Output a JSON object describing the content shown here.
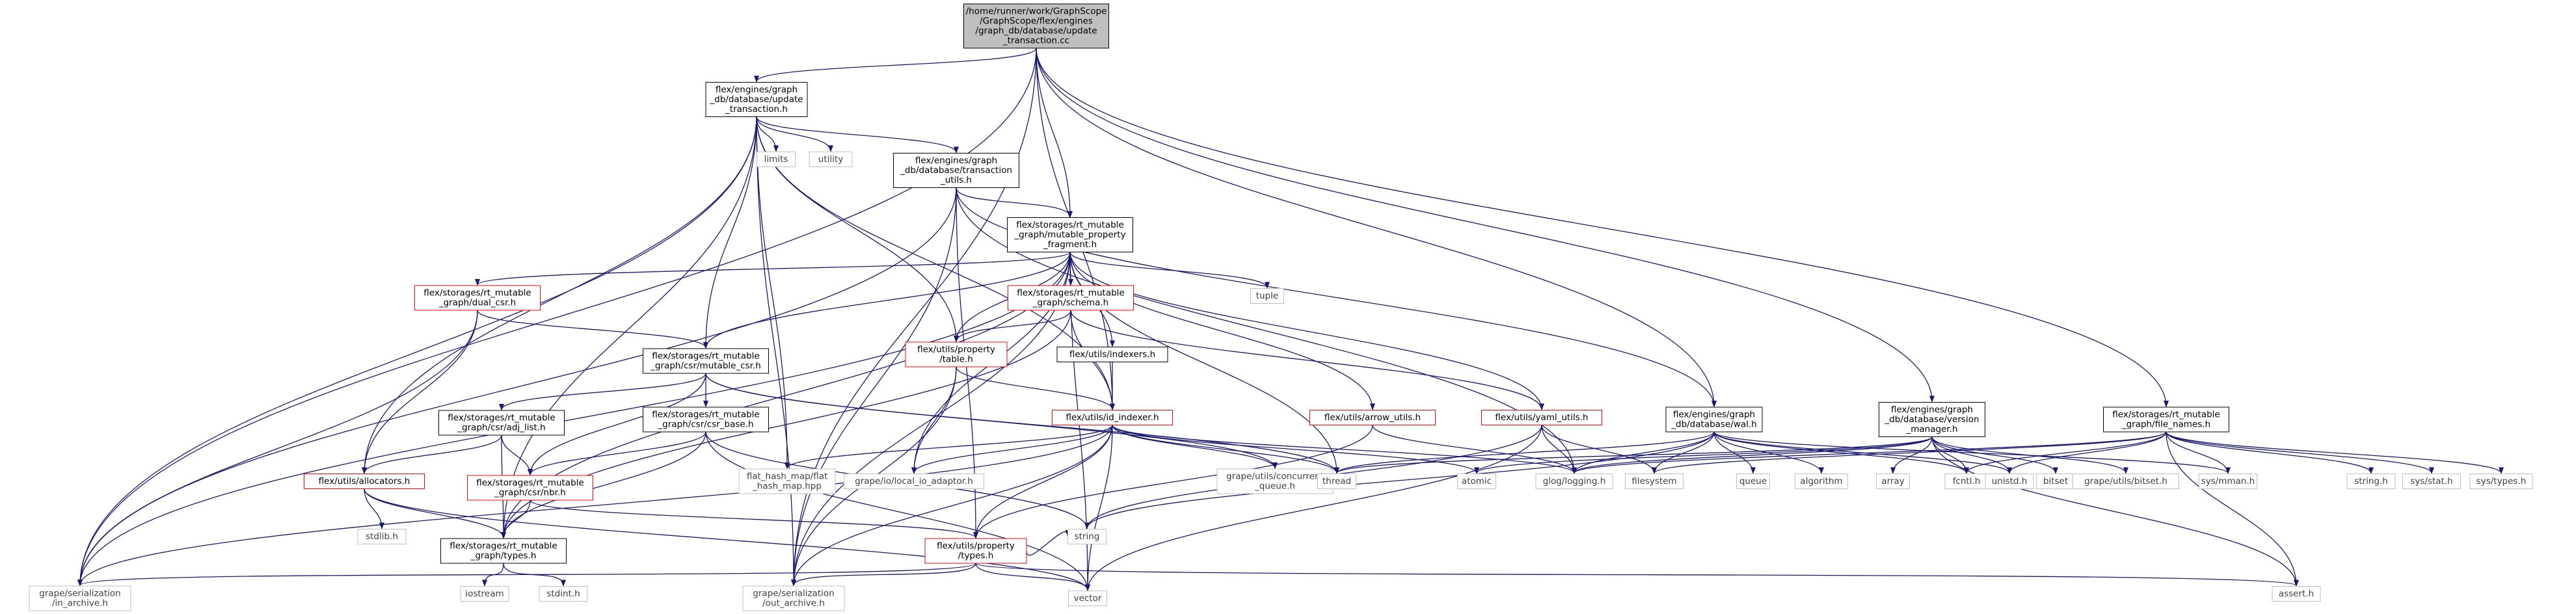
{
  "graph": {
    "colors": {
      "edge": "#191970",
      "node_border_normal": "#000000",
      "node_border_truncated": "#ff0000",
      "node_border_system": "#bfbfbf",
      "node_fill": "#ffffff",
      "root_fill": "#bfbfbf",
      "text_normal": "#000000",
      "text_system": "#404040"
    },
    "nodes": [
      {
        "id": "root",
        "kind": "root",
        "lines": [
          "/home/runner/work/GraphScope",
          "/GraphScope/flex/engines",
          "/graph_db/database/update",
          "_transaction.cc"
        ]
      },
      {
        "id": "update_txn_h",
        "kind": "normal",
        "lines": [
          "flex/engines/graph",
          "_db/database/update",
          "_transaction.h"
        ]
      },
      {
        "id": "limits",
        "kind": "system",
        "lines": [
          "limits"
        ]
      },
      {
        "id": "utility",
        "kind": "system",
        "lines": [
          "utility"
        ]
      },
      {
        "id": "txn_utils",
        "kind": "normal",
        "lines": [
          "flex/engines/graph",
          "_db/database/transaction",
          "_utils.h"
        ]
      },
      {
        "id": "mpf",
        "kind": "normal",
        "lines": [
          "flex/storages/rt_mutable",
          "_graph/mutable_property",
          "_fragment.h"
        ]
      },
      {
        "id": "tuple",
        "kind": "system",
        "lines": [
          "tuple"
        ]
      },
      {
        "id": "dual_csr",
        "kind": "truncated",
        "lines": [
          "flex/storages/rt_mutable",
          "_graph/dual_csr.h"
        ]
      },
      {
        "id": "schema",
        "kind": "truncated",
        "lines": [
          "flex/storages/rt_mutable",
          "_graph/schema.h"
        ]
      },
      {
        "id": "mutable_csr",
        "kind": "normal",
        "lines": [
          "flex/storages/rt_mutable",
          "_graph/csr/mutable_csr.h"
        ]
      },
      {
        "id": "prop_table",
        "kind": "truncated",
        "lines": [
          "flex/utils/property",
          "/table.h"
        ]
      },
      {
        "id": "indexers",
        "kind": "normal",
        "lines": [
          "flex/utils/indexers.h"
        ]
      },
      {
        "id": "adj_list",
        "kind": "normal",
        "lines": [
          "flex/storages/rt_mutable",
          "_graph/csr/adj_list.h"
        ]
      },
      {
        "id": "csr_base",
        "kind": "normal",
        "lines": [
          "flex/storages/rt_mutable",
          "_graph/csr/csr_base.h"
        ]
      },
      {
        "id": "id_indexer",
        "kind": "truncated",
        "lines": [
          "flex/utils/id_indexer.h"
        ]
      },
      {
        "id": "arrow_utils",
        "kind": "truncated",
        "lines": [
          "flex/utils/arrow_utils.h"
        ]
      },
      {
        "id": "yaml_utils",
        "kind": "truncated",
        "lines": [
          "flex/utils/yaml_utils.h"
        ]
      },
      {
        "id": "wal",
        "kind": "normal",
        "lines": [
          "flex/engines/graph",
          "_db/database/wal.h"
        ]
      },
      {
        "id": "version_mgr",
        "kind": "normal",
        "lines": [
          "flex/engines/graph",
          "_db/database/version",
          "_manager.h"
        ]
      },
      {
        "id": "file_names",
        "kind": "normal",
        "lines": [
          "flex/storages/rt_mutable",
          "_graph/file_names.h"
        ]
      },
      {
        "id": "allocators",
        "kind": "truncated",
        "lines": [
          "flex/utils/allocators.h"
        ]
      },
      {
        "id": "nbr",
        "kind": "truncated",
        "lines": [
          "flex/storages/rt_mutable",
          "_graph/csr/nbr.h"
        ]
      },
      {
        "id": "flat_hash_map",
        "kind": "system",
        "lines": [
          "flat_hash_map/flat",
          "_hash_map.hpp"
        ]
      },
      {
        "id": "local_io",
        "kind": "system",
        "lines": [
          "grape/io/local_io_adaptor.h"
        ]
      },
      {
        "id": "concurrent_queue",
        "kind": "system",
        "lines": [
          "grape/utils/concurrent",
          "_queue.h"
        ]
      },
      {
        "id": "thread",
        "kind": "system",
        "lines": [
          "thread"
        ]
      },
      {
        "id": "atomic",
        "kind": "system",
        "lines": [
          "atomic"
        ]
      },
      {
        "id": "glog",
        "kind": "system",
        "lines": [
          "glog/logging.h"
        ]
      },
      {
        "id": "filesystem",
        "kind": "system",
        "lines": [
          "filesystem"
        ]
      },
      {
        "id": "queue",
        "kind": "system",
        "lines": [
          "queue"
        ]
      },
      {
        "id": "algorithm",
        "kind": "system",
        "lines": [
          "algorithm"
        ]
      },
      {
        "id": "array",
        "kind": "system",
        "lines": [
          "array"
        ]
      },
      {
        "id": "fcntl",
        "kind": "system",
        "lines": [
          "fcntl.h"
        ]
      },
      {
        "id": "unistd",
        "kind": "system",
        "lines": [
          "unistd.h"
        ]
      },
      {
        "id": "bitset",
        "kind": "system",
        "lines": [
          "bitset"
        ]
      },
      {
        "id": "grape_bitset",
        "kind": "system",
        "lines": [
          "grape/utils/bitset.h"
        ]
      },
      {
        "id": "mman",
        "kind": "system",
        "lines": [
          "sys/mman.h"
        ]
      },
      {
        "id": "string_h",
        "kind": "system",
        "lines": [
          "string.h"
        ]
      },
      {
        "id": "sys_stat",
        "kind": "system",
        "lines": [
          "sys/stat.h"
        ]
      },
      {
        "id": "sys_types",
        "kind": "system",
        "lines": [
          "sys/types.h"
        ]
      },
      {
        "id": "stdlib",
        "kind": "system",
        "lines": [
          "stdlib.h"
        ]
      },
      {
        "id": "rt_types",
        "kind": "normal",
        "lines": [
          "flex/storages/rt_mutable",
          "_graph/types.h"
        ]
      },
      {
        "id": "string",
        "kind": "system",
        "lines": [
          "string"
        ]
      },
      {
        "id": "prop_types",
        "kind": "truncated",
        "lines": [
          "flex/utils/property",
          "/types.h"
        ]
      },
      {
        "id": "in_archive",
        "kind": "system",
        "lines": [
          "grape/serialization",
          "/in_archive.h"
        ]
      },
      {
        "id": "iostream",
        "kind": "system",
        "lines": [
          "iostream"
        ]
      },
      {
        "id": "stdint",
        "kind": "system",
        "lines": [
          "stdint.h"
        ]
      },
      {
        "id": "out_archive",
        "kind": "system",
        "lines": [
          "grape/serialization",
          "/out_archive.h"
        ]
      },
      {
        "id": "vector",
        "kind": "system",
        "lines": [
          "vector"
        ]
      },
      {
        "id": "assert",
        "kind": "system",
        "lines": [
          "assert.h"
        ]
      }
    ],
    "edges": [
      [
        "root",
        "update_txn_h"
      ],
      [
        "root",
        "mpf"
      ],
      [
        "root",
        "id_indexer"
      ],
      [
        "root",
        "wal"
      ],
      [
        "root",
        "version_mgr"
      ],
      [
        "root",
        "file_names"
      ],
      [
        "root",
        "in_archive"
      ],
      [
        "root",
        "out_archive"
      ],
      [
        "update_txn_h",
        "limits"
      ],
      [
        "update_txn_h",
        "utility"
      ],
      [
        "update_txn_h",
        "txn_utils"
      ],
      [
        "update_txn_h",
        "mutable_csr"
      ],
      [
        "update_txn_h",
        "prop_table"
      ],
      [
        "update_txn_h",
        "allocators"
      ],
      [
        "update_txn_h",
        "flat_hash_map"
      ],
      [
        "update_txn_h",
        "rt_types"
      ],
      [
        "update_txn_h",
        "in_archive"
      ],
      [
        "update_txn_h",
        "out_archive"
      ],
      [
        "update_txn_h",
        "id_indexer"
      ],
      [
        "txn_utils",
        "mpf"
      ],
      [
        "txn_utils",
        "wal"
      ],
      [
        "txn_utils",
        "glog"
      ],
      [
        "txn_utils",
        "prop_types"
      ],
      [
        "txn_utils",
        "in_archive"
      ],
      [
        "txn_utils",
        "out_archive"
      ],
      [
        "mpf",
        "tuple"
      ],
      [
        "mpf",
        "dual_csr"
      ],
      [
        "mpf",
        "schema"
      ],
      [
        "mpf",
        "mutable_csr"
      ],
      [
        "mpf",
        "prop_table"
      ],
      [
        "mpf",
        "indexers"
      ],
      [
        "mpf",
        "arrow_utils"
      ],
      [
        "mpf",
        "yaml_utils"
      ],
      [
        "mpf",
        "local_io"
      ],
      [
        "mpf",
        "thread"
      ],
      [
        "mpf",
        "vector"
      ],
      [
        "mpf",
        "rt_types"
      ],
      [
        "mpf",
        "in_archive"
      ],
      [
        "mpf",
        "out_archive"
      ],
      [
        "dual_csr",
        "mutable_csr"
      ],
      [
        "dual_csr",
        "allocators"
      ],
      [
        "dual_csr",
        "in_archive"
      ],
      [
        "schema",
        "prop_table"
      ],
      [
        "schema",
        "id_indexer"
      ],
      [
        "schema",
        "yaml_utils"
      ],
      [
        "schema",
        "rt_types"
      ],
      [
        "mutable_csr",
        "adj_list"
      ],
      [
        "mutable_csr",
        "csr_base"
      ],
      [
        "mutable_csr",
        "nbr"
      ],
      [
        "mutable_csr",
        "concurrent_queue"
      ],
      [
        "mutable_csr",
        "thread"
      ],
      [
        "prop_table",
        "id_indexer"
      ],
      [
        "prop_table",
        "local_io"
      ],
      [
        "prop_table",
        "out_archive"
      ],
      [
        "indexers",
        "id_indexer"
      ],
      [
        "adj_list",
        "allocators"
      ],
      [
        "adj_list",
        "nbr"
      ],
      [
        "adj_list",
        "rt_types"
      ],
      [
        "csr_base",
        "nbr"
      ],
      [
        "csr_base",
        "rt_types"
      ],
      [
        "csr_base",
        "string"
      ],
      [
        "csr_base",
        "vector"
      ],
      [
        "id_indexer",
        "flat_hash_map"
      ],
      [
        "id_indexer",
        "local_io"
      ],
      [
        "id_indexer",
        "concurrent_queue"
      ],
      [
        "id_indexer",
        "thread"
      ],
      [
        "id_indexer",
        "atomic"
      ],
      [
        "id_indexer",
        "glog"
      ],
      [
        "id_indexer",
        "prop_types"
      ],
      [
        "id_indexer",
        "vector"
      ],
      [
        "id_indexer",
        "in_archive"
      ],
      [
        "id_indexer",
        "out_archive"
      ],
      [
        "arrow_utils",
        "glog"
      ],
      [
        "arrow_utils",
        "prop_types"
      ],
      [
        "yaml_utils",
        "glog"
      ],
      [
        "yaml_utils",
        "filesystem"
      ],
      [
        "yaml_utils",
        "string"
      ],
      [
        "yaml_utils",
        "vector"
      ],
      [
        "allocators",
        "stdlib"
      ],
      [
        "allocators",
        "vector"
      ],
      [
        "allocators",
        "rt_types"
      ],
      [
        "nbr",
        "rt_types"
      ],
      [
        "nbr",
        "prop_types"
      ],
      [
        "rt_types",
        "iostream"
      ],
      [
        "rt_types",
        "stdint"
      ],
      [
        "prop_types",
        "string"
      ],
      [
        "prop_types",
        "vector"
      ],
      [
        "prop_types",
        "in_archive"
      ],
      [
        "prop_types",
        "out_archive"
      ],
      [
        "prop_types",
        "assert"
      ],
      [
        "wal",
        "thread"
      ],
      [
        "wal",
        "glog"
      ],
      [
        "wal",
        "filesystem"
      ],
      [
        "wal",
        "queue"
      ],
      [
        "wal",
        "algorithm"
      ],
      [
        "wal",
        "fcntl"
      ],
      [
        "wal",
        "unistd"
      ],
      [
        "wal",
        "mman"
      ],
      [
        "wal",
        "string"
      ],
      [
        "version_mgr",
        "atomic"
      ],
      [
        "version_mgr",
        "thread"
      ],
      [
        "version_mgr",
        "glog"
      ],
      [
        "version_mgr",
        "array"
      ],
      [
        "version_mgr",
        "fcntl"
      ],
      [
        "version_mgr",
        "unistd"
      ],
      [
        "version_mgr",
        "bitset"
      ],
      [
        "version_mgr",
        "grape_bitset"
      ],
      [
        "version_mgr",
        "assert"
      ],
      [
        "file_names",
        "glog"
      ],
      [
        "file_names",
        "filesystem"
      ],
      [
        "file_names",
        "fcntl"
      ],
      [
        "file_names",
        "unistd"
      ],
      [
        "file_names",
        "mman"
      ],
      [
        "file_names",
        "string_h"
      ],
      [
        "file_names",
        "sys_stat"
      ],
      [
        "file_names",
        "sys_types"
      ],
      [
        "file_names",
        "assert"
      ]
    ]
  }
}
